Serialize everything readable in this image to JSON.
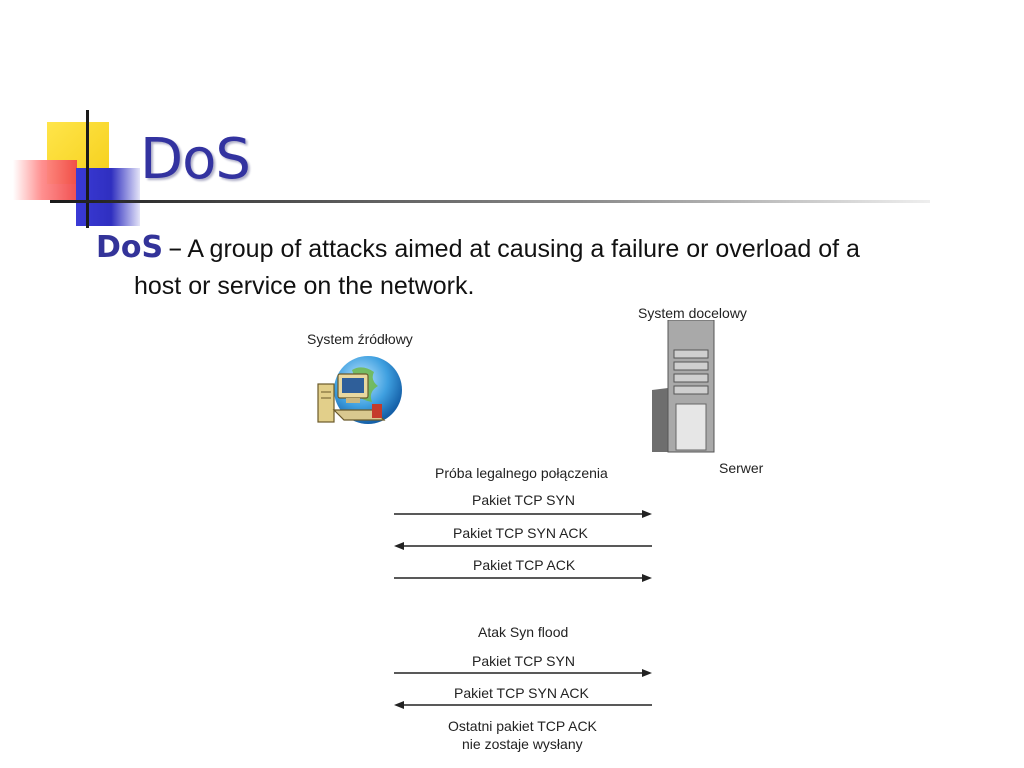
{
  "slide": {
    "title": "DoS",
    "definition": {
      "term": "DoS",
      "dash": "–",
      "text_line1": "A group of attacks aimed at causing a failure or overload of a",
      "text_line2": "host or service on the network."
    }
  },
  "diagram": {
    "source_label": "System źródłowy",
    "target_label": "System docelowy",
    "server_label": "Serwer",
    "legit_section": {
      "heading": "Próba legalnego połączenia",
      "messages": [
        {
          "label": "Pakiet TCP SYN",
          "direction": "right"
        },
        {
          "label": "Pakiet TCP SYN  ACK",
          "direction": "left"
        },
        {
          "label": "Pakiet TCP ACK",
          "direction": "right"
        }
      ]
    },
    "attack_section": {
      "heading": "Atak Syn flood",
      "messages": [
        {
          "label": "Pakiet TCP SYN",
          "direction": "right"
        },
        {
          "label": "Pakiet TCP SYN  ACK",
          "direction": "left"
        }
      ],
      "note_line1": "Ostatni pakiet TCP ACK",
      "note_line2": "nie zostaje wysłany"
    }
  },
  "colors": {
    "title": "#3333a0",
    "term": "#333399",
    "accent_yellow": "#f5cf1a",
    "accent_red": "#f04848",
    "accent_blue": "#2f2fc0"
  }
}
